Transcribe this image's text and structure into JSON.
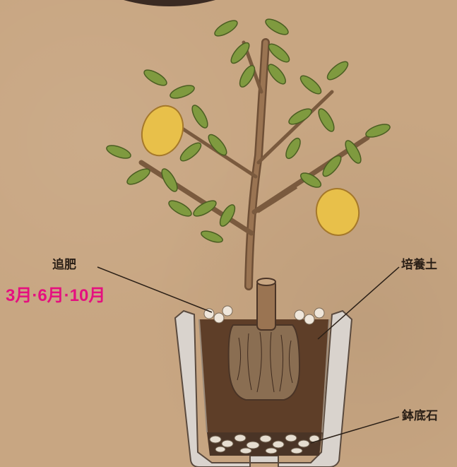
{
  "labels": {
    "fertilizer": "追肥",
    "fertilizer_months": "3月·6月·10月",
    "culture_soil": "培養土",
    "pot_bottom_stone": "鉢底石"
  },
  "colors": {
    "background": "#c8a682",
    "accent_pink": "#e5107f",
    "leaf": "#7f9a3f",
    "lemon": "#e8c04a",
    "soil": "#6a4a33",
    "trunk": "#8a6a4a"
  },
  "icons": [
    "lemon-tree-illustration",
    "pot-illustration"
  ]
}
